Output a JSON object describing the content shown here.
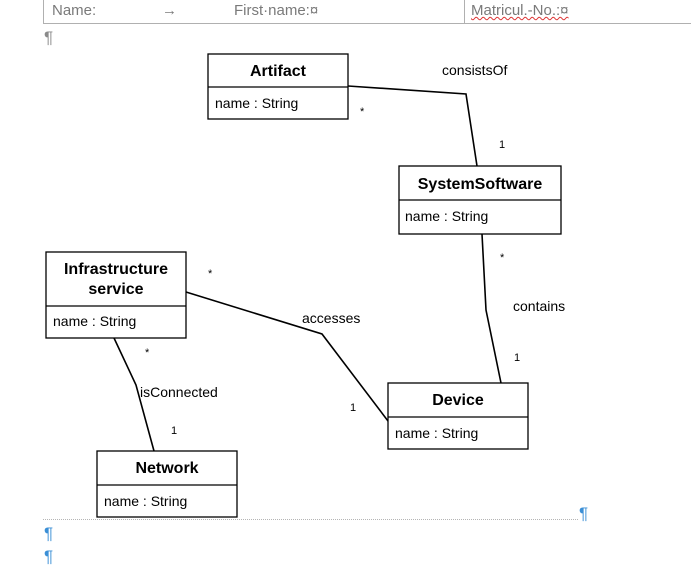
{
  "header": {
    "name_label": "Name:",
    "arrow": "→",
    "first_name_label": "First·name:¤",
    "matricul_label": "Matricul.-No.:¤"
  },
  "pilcrow": "¶",
  "classes": [
    {
      "id": "artifact",
      "title": [
        "Artifact"
      ],
      "attribute": "name : String"
    },
    {
      "id": "systemsoftware",
      "title": [
        "SystemSoftware"
      ],
      "attribute": "name : String"
    },
    {
      "id": "infrastructure",
      "title": [
        "Infrastructure",
        "service"
      ],
      "attribute": "name : String"
    },
    {
      "id": "device",
      "title": [
        "Device"
      ],
      "attribute": "name : String"
    },
    {
      "id": "network",
      "title": [
        "Network"
      ],
      "attribute": "name : String"
    }
  ],
  "associations": [
    {
      "name": "consistsOf",
      "from_mult": "*",
      "to_mult": "1"
    },
    {
      "name": "contains",
      "from_mult": "*",
      "to_mult": "1"
    },
    {
      "name": "accesses",
      "from_mult": "*",
      "to_mult": "1"
    },
    {
      "name": "isConnected",
      "from_mult": "*",
      "to_mult": "1"
    }
  ]
}
